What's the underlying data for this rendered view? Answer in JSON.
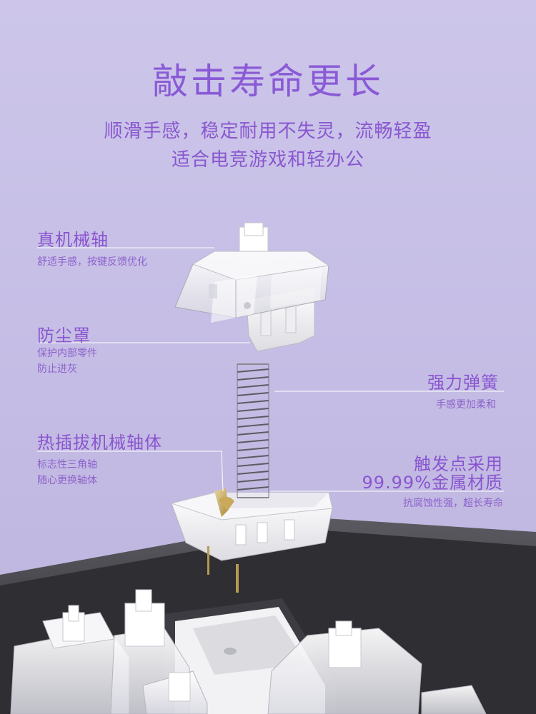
{
  "title": "敲击寿命更长",
  "subtitle_line1": "顺滑手感，稳定耐用不失灵，流畅轻盈",
  "subtitle_line2": "适合电竞游戏和轻办公",
  "callouts": {
    "switch": {
      "label": "真机械轴",
      "desc": [
        "舒适手感，按键反馈优化"
      ]
    },
    "dust": {
      "label": "防尘罩",
      "desc": [
        "保护内部零件",
        "防止进灰"
      ]
    },
    "spring": {
      "label": "强力弹簧",
      "desc": [
        "手感更加柔和"
      ]
    },
    "socket": {
      "label": "热插拔机械轴体",
      "desc": [
        "标志性三角轴",
        "随心更换轴体"
      ]
    },
    "contact": {
      "label_line1": "触发点采用",
      "label_line2": "99.99%金属材质",
      "desc": [
        "抗腐蚀性强，超长寿命"
      ]
    }
  },
  "colors": {
    "background": "#c7bfe6",
    "accent_purple": "#8a5ad6",
    "keyboard_frame": "#3a3a3e"
  }
}
